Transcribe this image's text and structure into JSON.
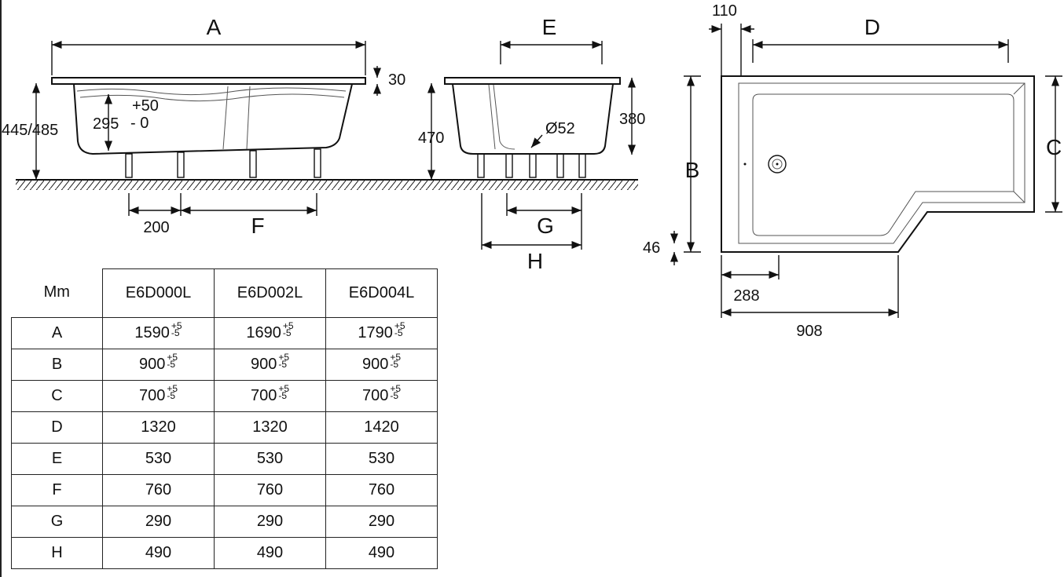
{
  "side_view": {
    "label_A": "A",
    "dim_30": "30",
    "dim_445_485": "445/485",
    "dim_295": "295",
    "tol_plus": "+50",
    "tol_minus": "- 0",
    "dim_200": "200",
    "label_F": "F"
  },
  "end_view": {
    "label_E": "E",
    "dim_470": "470",
    "dim_380": "380",
    "dim_d52": "Ø52",
    "label_G": "G",
    "label_H": "H"
  },
  "plan_view": {
    "dim_110": "110",
    "label_D": "D",
    "label_B": "B",
    "label_C": "C",
    "dim_46": "46",
    "dim_288": "288",
    "dim_908": "908"
  },
  "table": {
    "corner": "Mm",
    "columns": [
      "E6D000L",
      "E6D002L",
      "E6D004L"
    ],
    "rows": [
      {
        "label": "A",
        "values": [
          "1590",
          "1690",
          "1790"
        ],
        "tol_plus": "+5",
        "tol_minus": "-5"
      },
      {
        "label": "B",
        "values": [
          "900",
          "900",
          "900"
        ],
        "tol_plus": "+5",
        "tol_minus": "-5"
      },
      {
        "label": "C",
        "values": [
          "700",
          "700",
          "700"
        ],
        "tol_plus": "+5",
        "tol_minus": "-5"
      },
      {
        "label": "D",
        "values": [
          "1320",
          "1320",
          "1420"
        ]
      },
      {
        "label": "E",
        "values": [
          "530",
          "530",
          "530"
        ]
      },
      {
        "label": "F",
        "values": [
          "760",
          "760",
          "760"
        ]
      },
      {
        "label": "G",
        "values": [
          "290",
          "290",
          "290"
        ]
      },
      {
        "label": "H",
        "values": [
          "490",
          "490",
          "490"
        ]
      }
    ]
  }
}
